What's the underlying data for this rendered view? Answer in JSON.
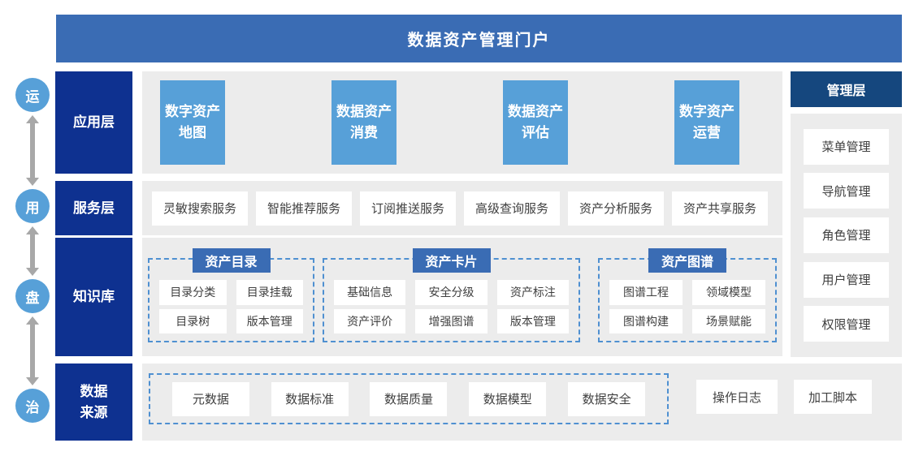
{
  "title": "数据资产管理门户",
  "colors": {
    "banner": "#3a6cb4",
    "layer_label": "#0e3190",
    "app_tile": "#57a0d8",
    "rail_node": "#57a0d8",
    "panel_gray": "#ececec",
    "group_header": "#3a6cb4",
    "management_header": "#15477e",
    "dashed_border": "#4f90d1",
    "arrow_gray": "#a8a8a8",
    "item_text": "#3f3f3f"
  },
  "rail": {
    "nodes": [
      "运",
      "用",
      "盘",
      "治"
    ]
  },
  "rows": {
    "application": {
      "label": "应用层",
      "items": [
        "数字资产\n地图",
        "数据资产\n消费",
        "数据资产\n评估",
        "数字资产\n运营"
      ]
    },
    "services": {
      "label": "服务层",
      "items": [
        "灵敏搜索服务",
        "智能推荐服务",
        "订阅推送服务",
        "高级查询服务",
        "资产分析服务",
        "资产共享服务"
      ]
    },
    "knowledge": {
      "label": "知识库",
      "groups": [
        {
          "title": "资产目录",
          "items": [
            "目录分类",
            "目录挂载",
            "目录树",
            "版本管理"
          ]
        },
        {
          "title": "资产卡片",
          "items": [
            "基础信息",
            "安全分级",
            "资产标注",
            "资产评价",
            "增强图谱",
            "版本管理"
          ]
        },
        {
          "title": "资产图谱",
          "items": [
            "图谱工程",
            "领域模型",
            "图谱构建",
            "场景赋能"
          ]
        }
      ]
    },
    "source": {
      "label": "数据\n来源",
      "grouped_items": [
        "元数据",
        "数据标准",
        "数据质量",
        "数据模型",
        "数据安全"
      ],
      "outside_items": [
        "操作日志",
        "加工脚本"
      ]
    }
  },
  "management": {
    "header": "管理层",
    "items": [
      "菜单管理",
      "导航管理",
      "角色管理",
      "用户管理",
      "权限管理"
    ]
  }
}
